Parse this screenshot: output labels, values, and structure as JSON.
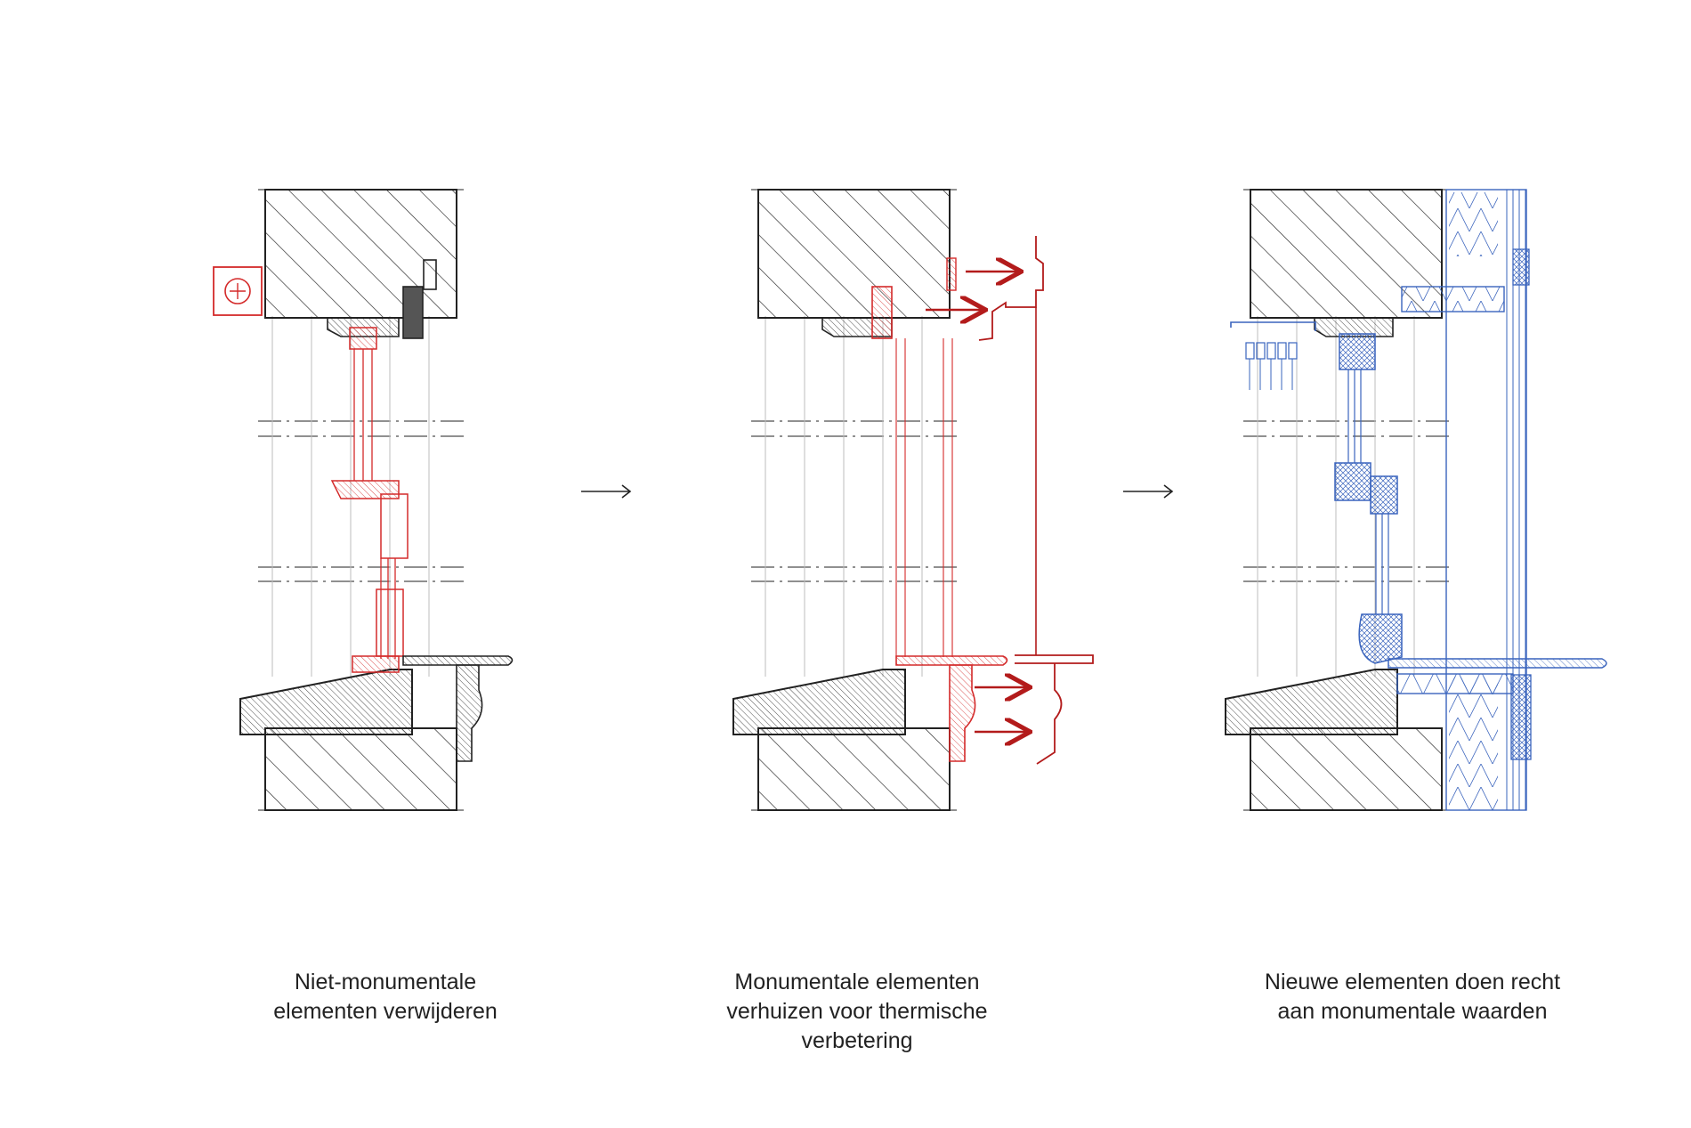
{
  "colors": {
    "ink": "#222222",
    "red": "#d42a2a",
    "dark_red": "#b31b1b",
    "blue": "#3a64bd",
    "grey": "#bcbcbc"
  },
  "panels": [
    {
      "id": "remove",
      "highlight": "red",
      "caption": [
        "Niet-monumentale",
        "elementen verwijderen"
      ]
    },
    {
      "id": "relocate",
      "highlight": "dark_red",
      "caption": [
        "Monumentale elementen",
        "verhuizen voor thermische",
        "verbetering"
      ]
    },
    {
      "id": "new",
      "highlight": "blue",
      "caption": [
        "Nieuwe elementen doen recht",
        "aan monumentale waarden"
      ]
    }
  ],
  "transitions": [
    {
      "from": "remove",
      "to": "relocate",
      "icon": "arrow-right-icon"
    },
    {
      "from": "relocate",
      "to": "new",
      "icon": "arrow-right-icon"
    }
  ],
  "icons": {
    "marker": "target-marker-icon",
    "move_arrow": "move-arrow-icon"
  }
}
